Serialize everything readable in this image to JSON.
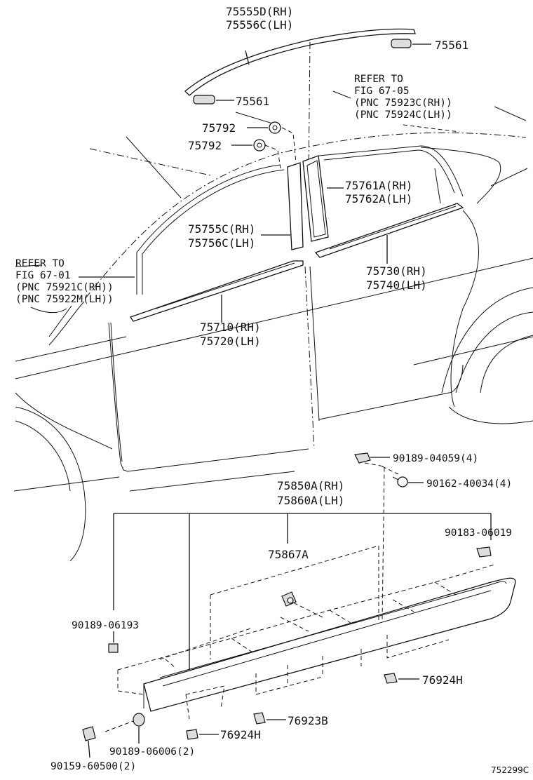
{
  "labels": {
    "l75555d": "75555D(RH)",
    "l75556c": "75556C(LH)",
    "l75561a": "75561",
    "l75561b": "75561",
    "refer1": "REFER TO",
    "refer1fig": "FIG 67-05",
    "refer1pnc1": "(PNC 75923C(RH))",
    "refer1pnc2": "(PNC 75924C(LH))",
    "l75792a": "75792",
    "l75792b": "75792",
    "l75761a": "75761A(RH)",
    "l75762a": "75762A(LH)",
    "l75755c": "75755C(RH)",
    "l75756c": "75756C(LH)",
    "refer2": "REFER TO",
    "refer2fig": "FIG 67-01",
    "refer2pnc1": "(PNC 75921C(RH))",
    "refer2pnc2": "(PNC 75922M(LH))",
    "l75730": "75730(RH)",
    "l75740": "75740(LH)",
    "l75710": "75710(RH)",
    "l75720": "75720(LH)",
    "l90189_04059": "90189-04059(4)",
    "l90162_40034": "90162-40034(4)",
    "l75850a": "75850A(RH)",
    "l75860a": "75860A(LH)",
    "l90183_06019": "90183-06019",
    "l75867a": "75867A",
    "l90189_06193": "90189-06193",
    "l76924h_a": "76924H",
    "l76923b": "76923B",
    "l76924h_b": "76924H",
    "l90189_06006": "90189-06006(2)",
    "l90159_60500": "90159-60500(2)"
  },
  "figure_code": "752299C"
}
